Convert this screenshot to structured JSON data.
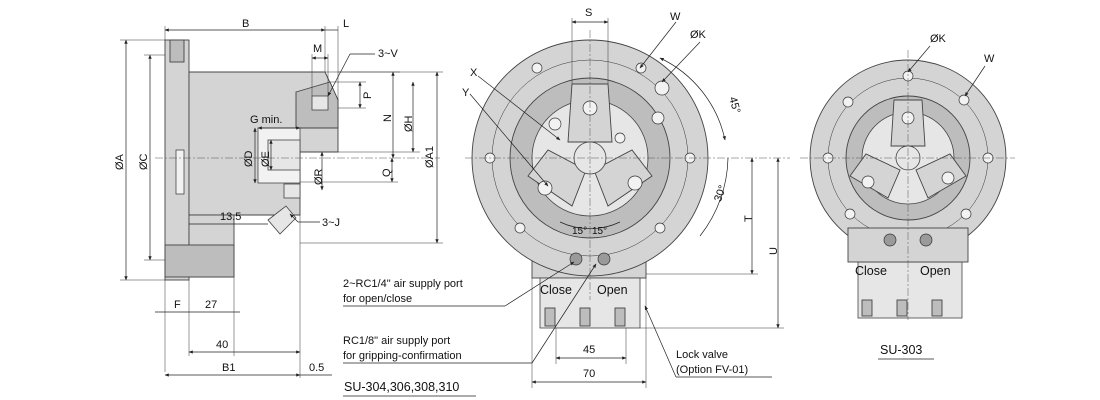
{
  "side_view": {
    "dim_B": "B",
    "dim_L": "L",
    "dim_M": "M",
    "dim_3V": "3~V",
    "dim_P": "P",
    "dim_N": "N",
    "dim_H": "ØH",
    "dim_Gmin": "G min.",
    "dim_A": "ØA",
    "dim_C": "ØC",
    "dim_D": "ØD",
    "dim_E": "ØE",
    "dim_R": "ØR",
    "dim_Q": "Q",
    "dim_A1": "ØA1",
    "dim_13_5": "13.5",
    "dim_3J": "3~J",
    "dim_F": "F",
    "dim_27": "27",
    "dim_40": "40",
    "dim_B1": "B1",
    "dim_0_5": "0.5"
  },
  "front_view": {
    "dim_S": "S",
    "dim_W": "W",
    "dim_K": "ØK",
    "dim_X": "X",
    "dim_Y": "Y",
    "angle_45": "45°",
    "angle_30": "30°",
    "angle_15a": "15°",
    "angle_15b": "15°",
    "dim_T": "T",
    "dim_U": "U",
    "port_close": "Close",
    "port_open": "Open",
    "dim_45": "45",
    "dim_70": "70"
  },
  "notes": {
    "air_supply_line1": "2~RC1/4\" air supply port",
    "air_supply_line2": "for open/close",
    "grip_confirm_line1": "RC1/8\" air supply port",
    "grip_confirm_line2": "for gripping-confirmation",
    "lock_valve_line1": "Lock valve",
    "lock_valve_line2": "(Option FV-01)"
  },
  "models": {
    "large_model": "SU-304,306,308,310",
    "small_model": "SU-303"
  },
  "small_view": {
    "dim_K": "ØK",
    "dim_W": "W",
    "port_close": "Close",
    "port_open": "Open"
  }
}
